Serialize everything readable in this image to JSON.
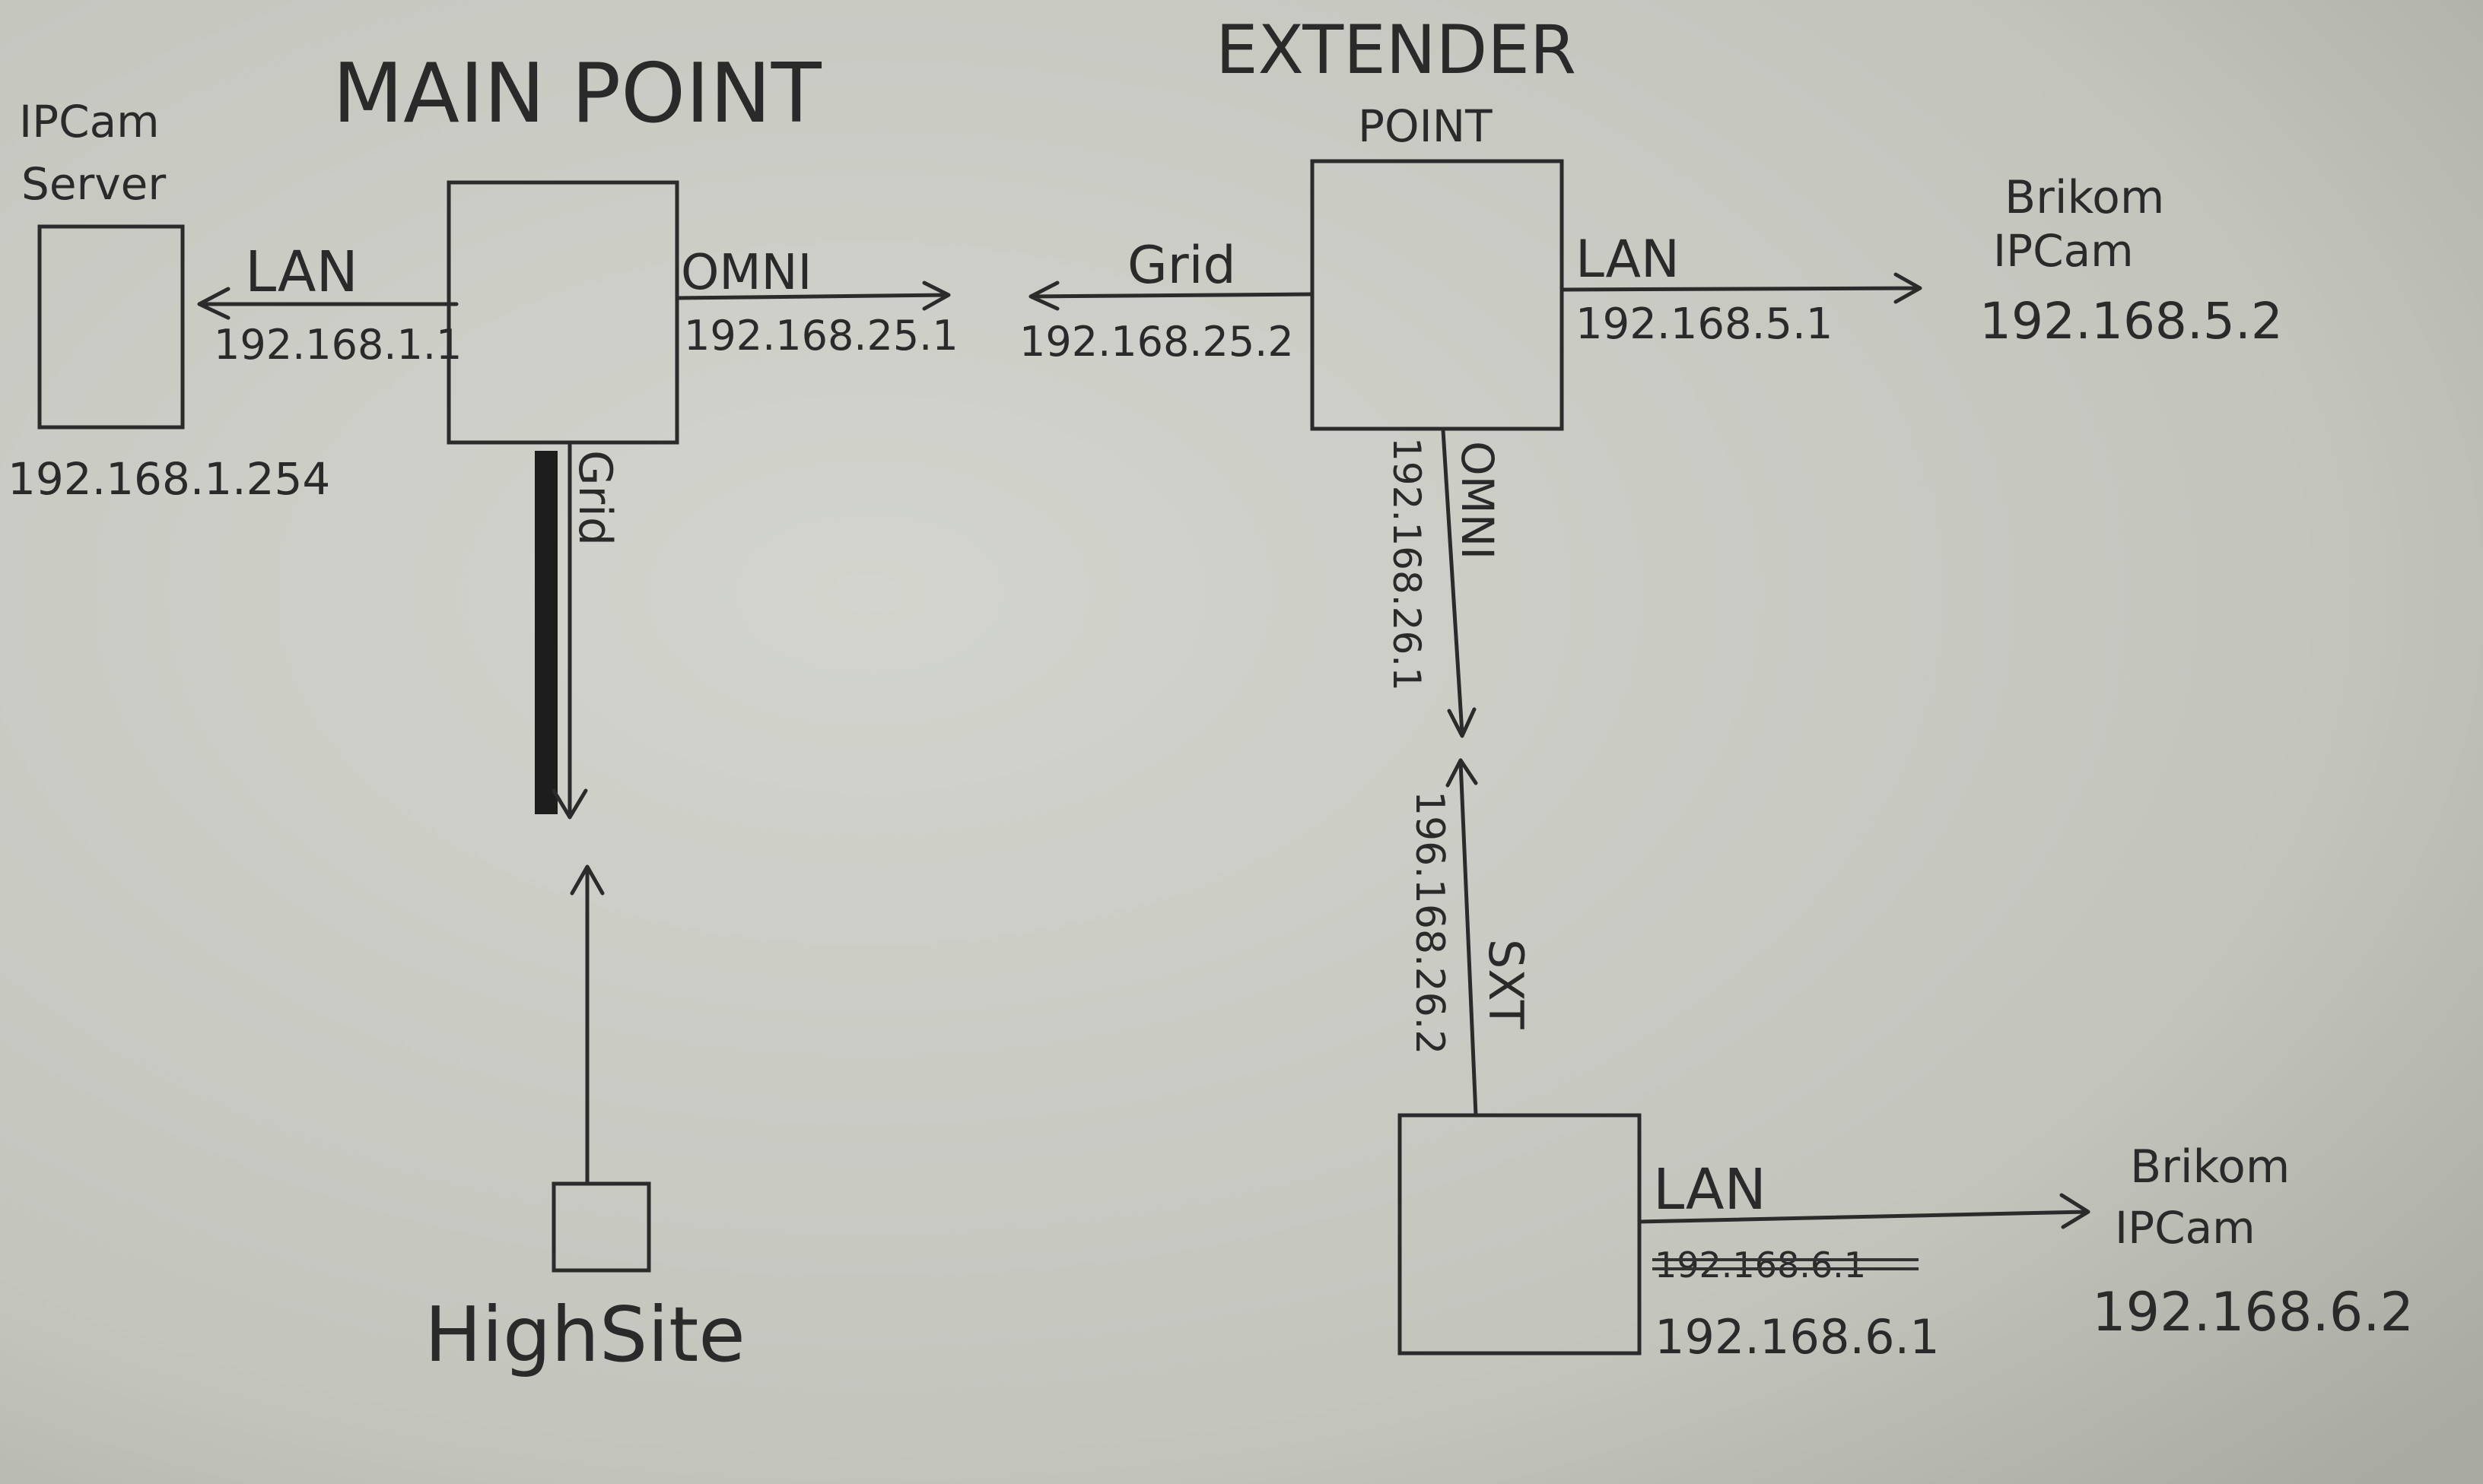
{
  "colors": {
    "paper": "#c6c8c1",
    "ink": "#2a2a2a"
  },
  "main_point": {
    "title": "MAIN POINT",
    "lan_label": "LAN",
    "lan_ip": "192.168.1.1",
    "omni_label": "OMNI",
    "omni_ip": "192.168.25.1",
    "grid_label": "Grid"
  },
  "ipcam_server": {
    "label_line1": "IPCam",
    "label_line2": "Server",
    "ip": "192.168.1.254"
  },
  "high_site": {
    "label": "HighSite"
  },
  "extender_point": {
    "title_line1": "EXTENDER",
    "title_line2": "POINT",
    "grid_label": "Grid",
    "grid_ip": "192.168.25.2",
    "lan_label": "LAN",
    "lan_ip": "192.168.5.1",
    "omni_label": "OMNI",
    "omni_ip": "192.168.26.1"
  },
  "brikom_cam_1": {
    "label_line1": "Brikom",
    "label_line2": "IPCam",
    "ip": "192.168.5.2"
  },
  "sxt_node": {
    "sxt_label": "SXT",
    "sxt_ip": "196.168.26.2",
    "lan_label": "LAN",
    "lan_ip_crossed": "192.168.6.1",
    "lan_ip": "192.168.6.1"
  },
  "brikom_cam_2": {
    "label_line1": "Brikom",
    "label_line2": "IPCam",
    "ip": "192.168.6.2"
  }
}
